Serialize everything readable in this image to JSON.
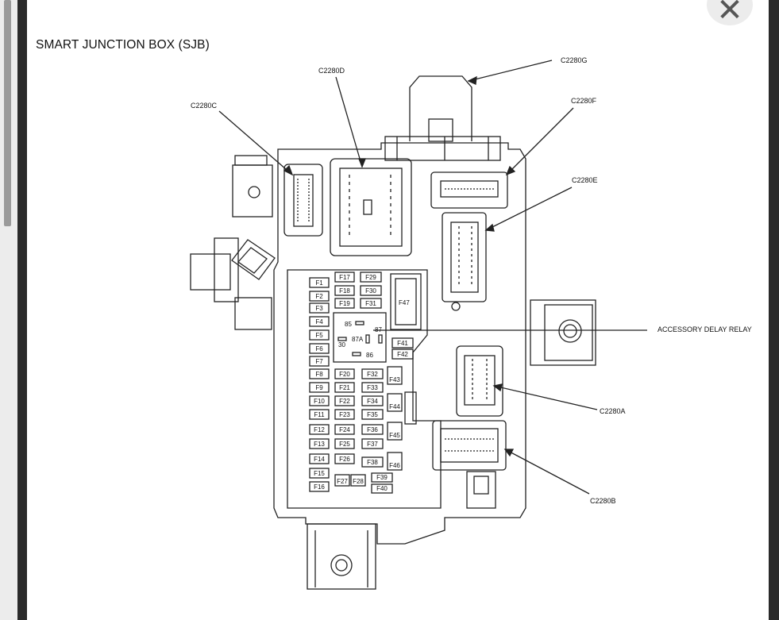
{
  "title": "SMART JUNCTION BOX (SJB)",
  "close_icon": "close-icon",
  "connectors": [
    "C2280G",
    "C2280D",
    "C2280C",
    "C2280F",
    "C2280E",
    "C2280A",
    "C2280B"
  ],
  "relay_label": "ACCESSORY DELAY RELAY",
  "relay_pins": [
    "85",
    "87",
    "87A",
    "30",
    "86"
  ],
  "fuses": {
    "col1": [
      "F1",
      "F2",
      "F3",
      "F4",
      "F5",
      "F6",
      "F7",
      "F8",
      "F9",
      "F10",
      "F11",
      "F12",
      "F13",
      "F14",
      "F15",
      "F16"
    ],
    "col2_top": [
      "F17",
      "F18",
      "F19"
    ],
    "col3_top": [
      "F29",
      "F30",
      "F31"
    ],
    "col2_mid": [
      "F20",
      "F21",
      "F22",
      "F23",
      "F24",
      "F25",
      "F26"
    ],
    "col3_mid": [
      "F32",
      "F33",
      "F34",
      "F35",
      "F36",
      "F37",
      "F38"
    ],
    "small": [
      "F27",
      "F28"
    ],
    "col4": [
      "F39",
      "F40"
    ],
    "side": [
      "F41",
      "F42",
      "F43",
      "F44",
      "F45",
      "F46"
    ],
    "big": "F47"
  }
}
